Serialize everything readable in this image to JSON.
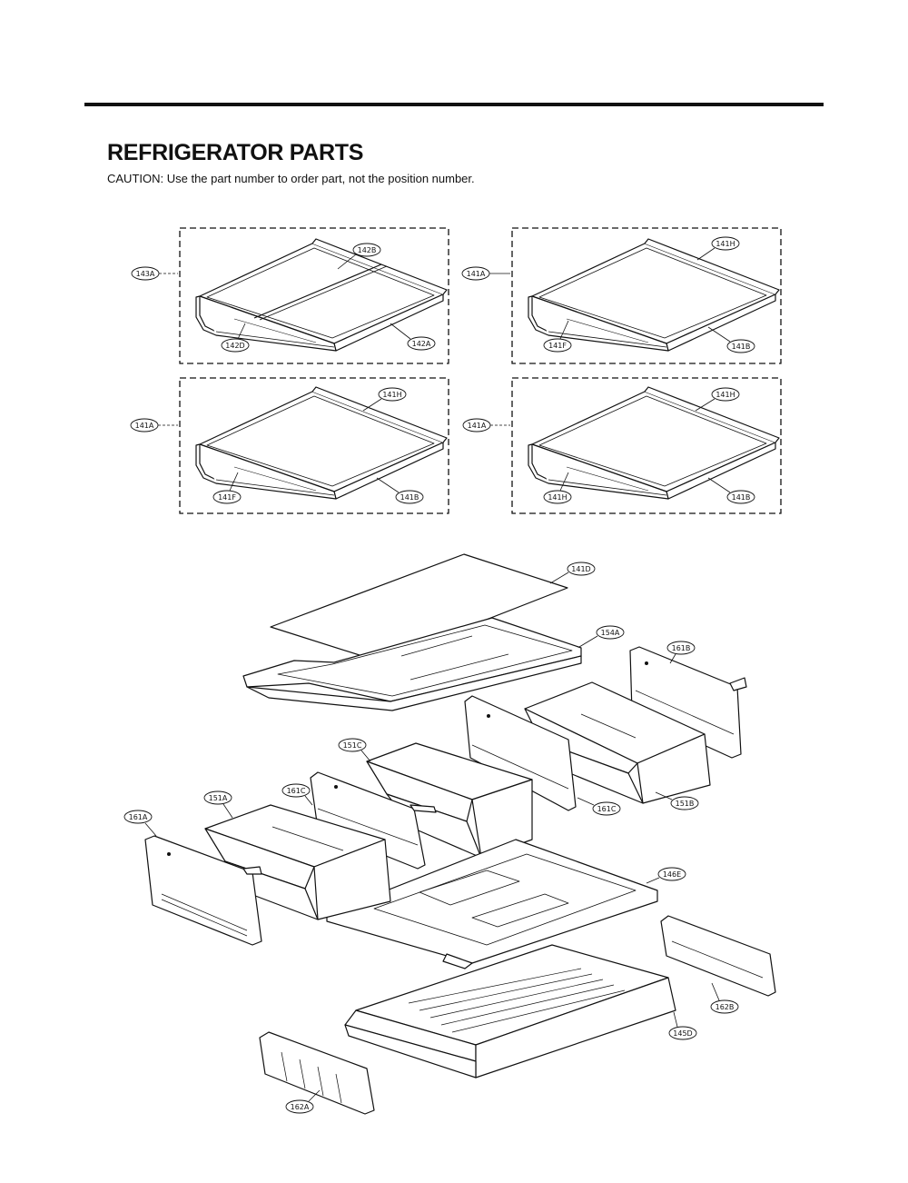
{
  "header": {
    "title": "REFRIGERATOR PARTS",
    "caution": "CAUTION: Use the part number to order part, not the position number."
  },
  "shelf_panels": [
    {
      "labels": {
        "left": "143A",
        "top": "142B",
        "bottom_left": "142D",
        "bottom_right": "142A"
      }
    },
    {
      "labels": {
        "left": "141A",
        "top": "141H",
        "bottom_left": "141F",
        "bottom_right": "141B"
      }
    },
    {
      "labels": {
        "left": "141A",
        "top": "141H",
        "bottom_left": "141F",
        "bottom_right": "141B"
      }
    },
    {
      "labels": {
        "left": "141A",
        "top": "141H",
        "bottom_left": "141H",
        "bottom_right": "141B"
      }
    }
  ],
  "exploded_view": {
    "labels": {
      "cover_glass": "141D",
      "crisper_cover": "154A",
      "right_door_panel": "161B",
      "right_drawer": "151B",
      "center_drawer": "151C",
      "center_divider": "161C",
      "right_divider": "161C",
      "left_drawer": "151A",
      "left_door_panel": "161A",
      "drawer_frame": "146E",
      "right_rail": "162B",
      "bottom_tray": "145D",
      "left_rail": "162A"
    }
  }
}
